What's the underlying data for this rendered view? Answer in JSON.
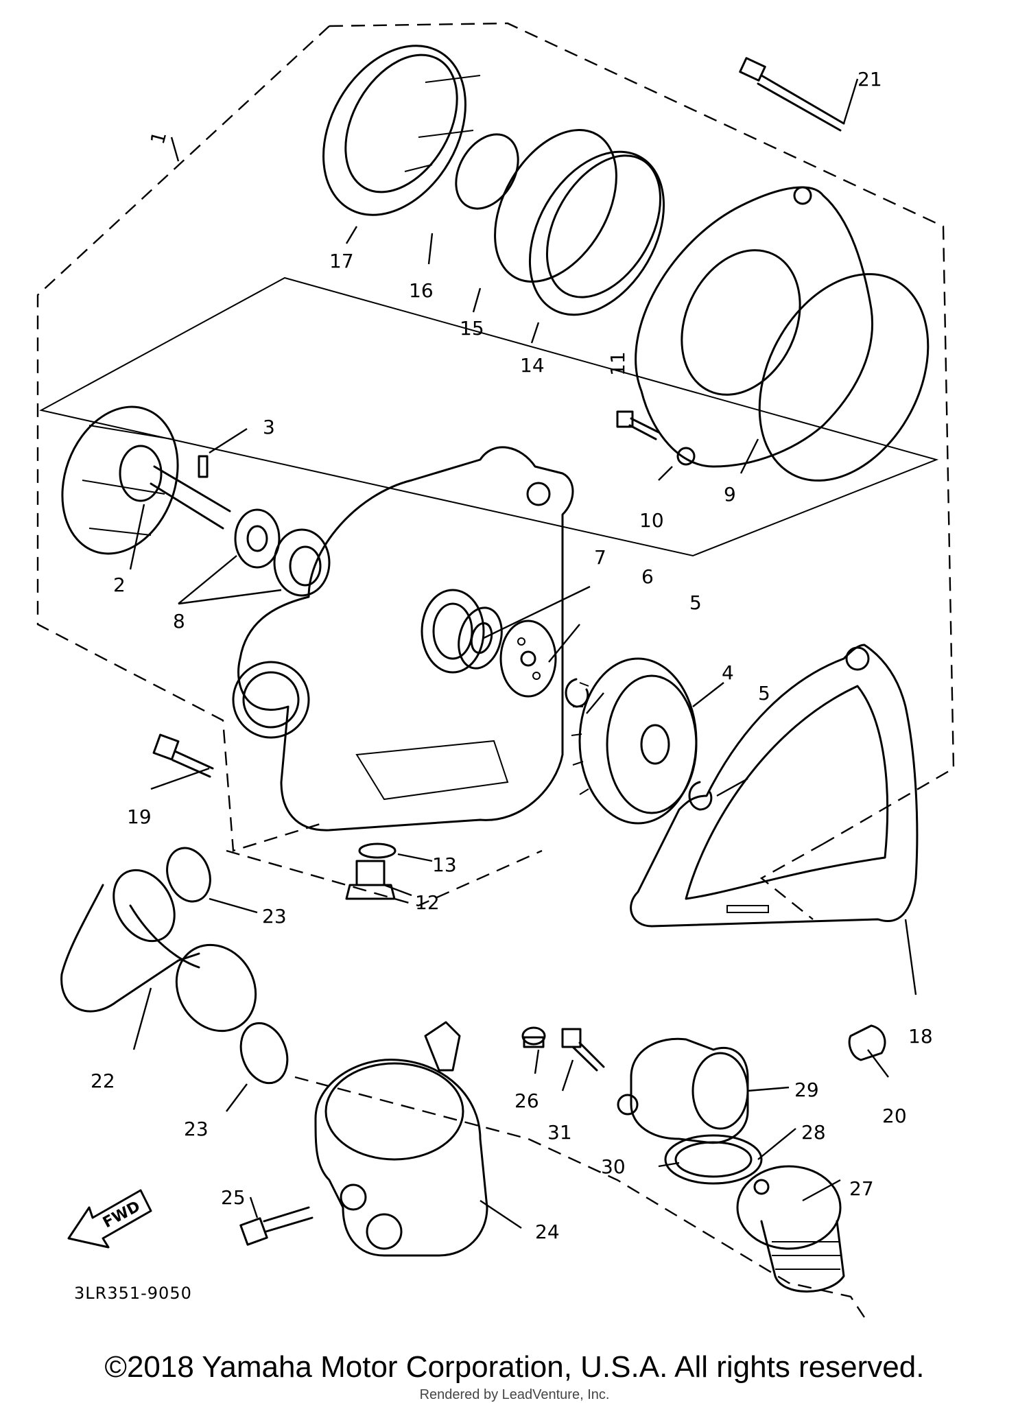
{
  "diagram": {
    "diagram_code": "3LR351-9050",
    "direction_label": "FWD",
    "callouts": [
      "1",
      "2",
      "3",
      "4",
      "5",
      "5",
      "6",
      "7",
      "8",
      "9",
      "10",
      "11",
      "12",
      "13",
      "14",
      "15",
      "16",
      "17",
      "18",
      "19",
      "20",
      "21",
      "22",
      "23",
      "23",
      "24",
      "25",
      "26",
      "27",
      "28",
      "29",
      "30",
      "31"
    ]
  },
  "footer": {
    "copyright": "©2018 Yamaha Motor Corporation, U.S.A. All rights reserved.",
    "rendered_by": "Rendered by LeadVenture, Inc."
  }
}
